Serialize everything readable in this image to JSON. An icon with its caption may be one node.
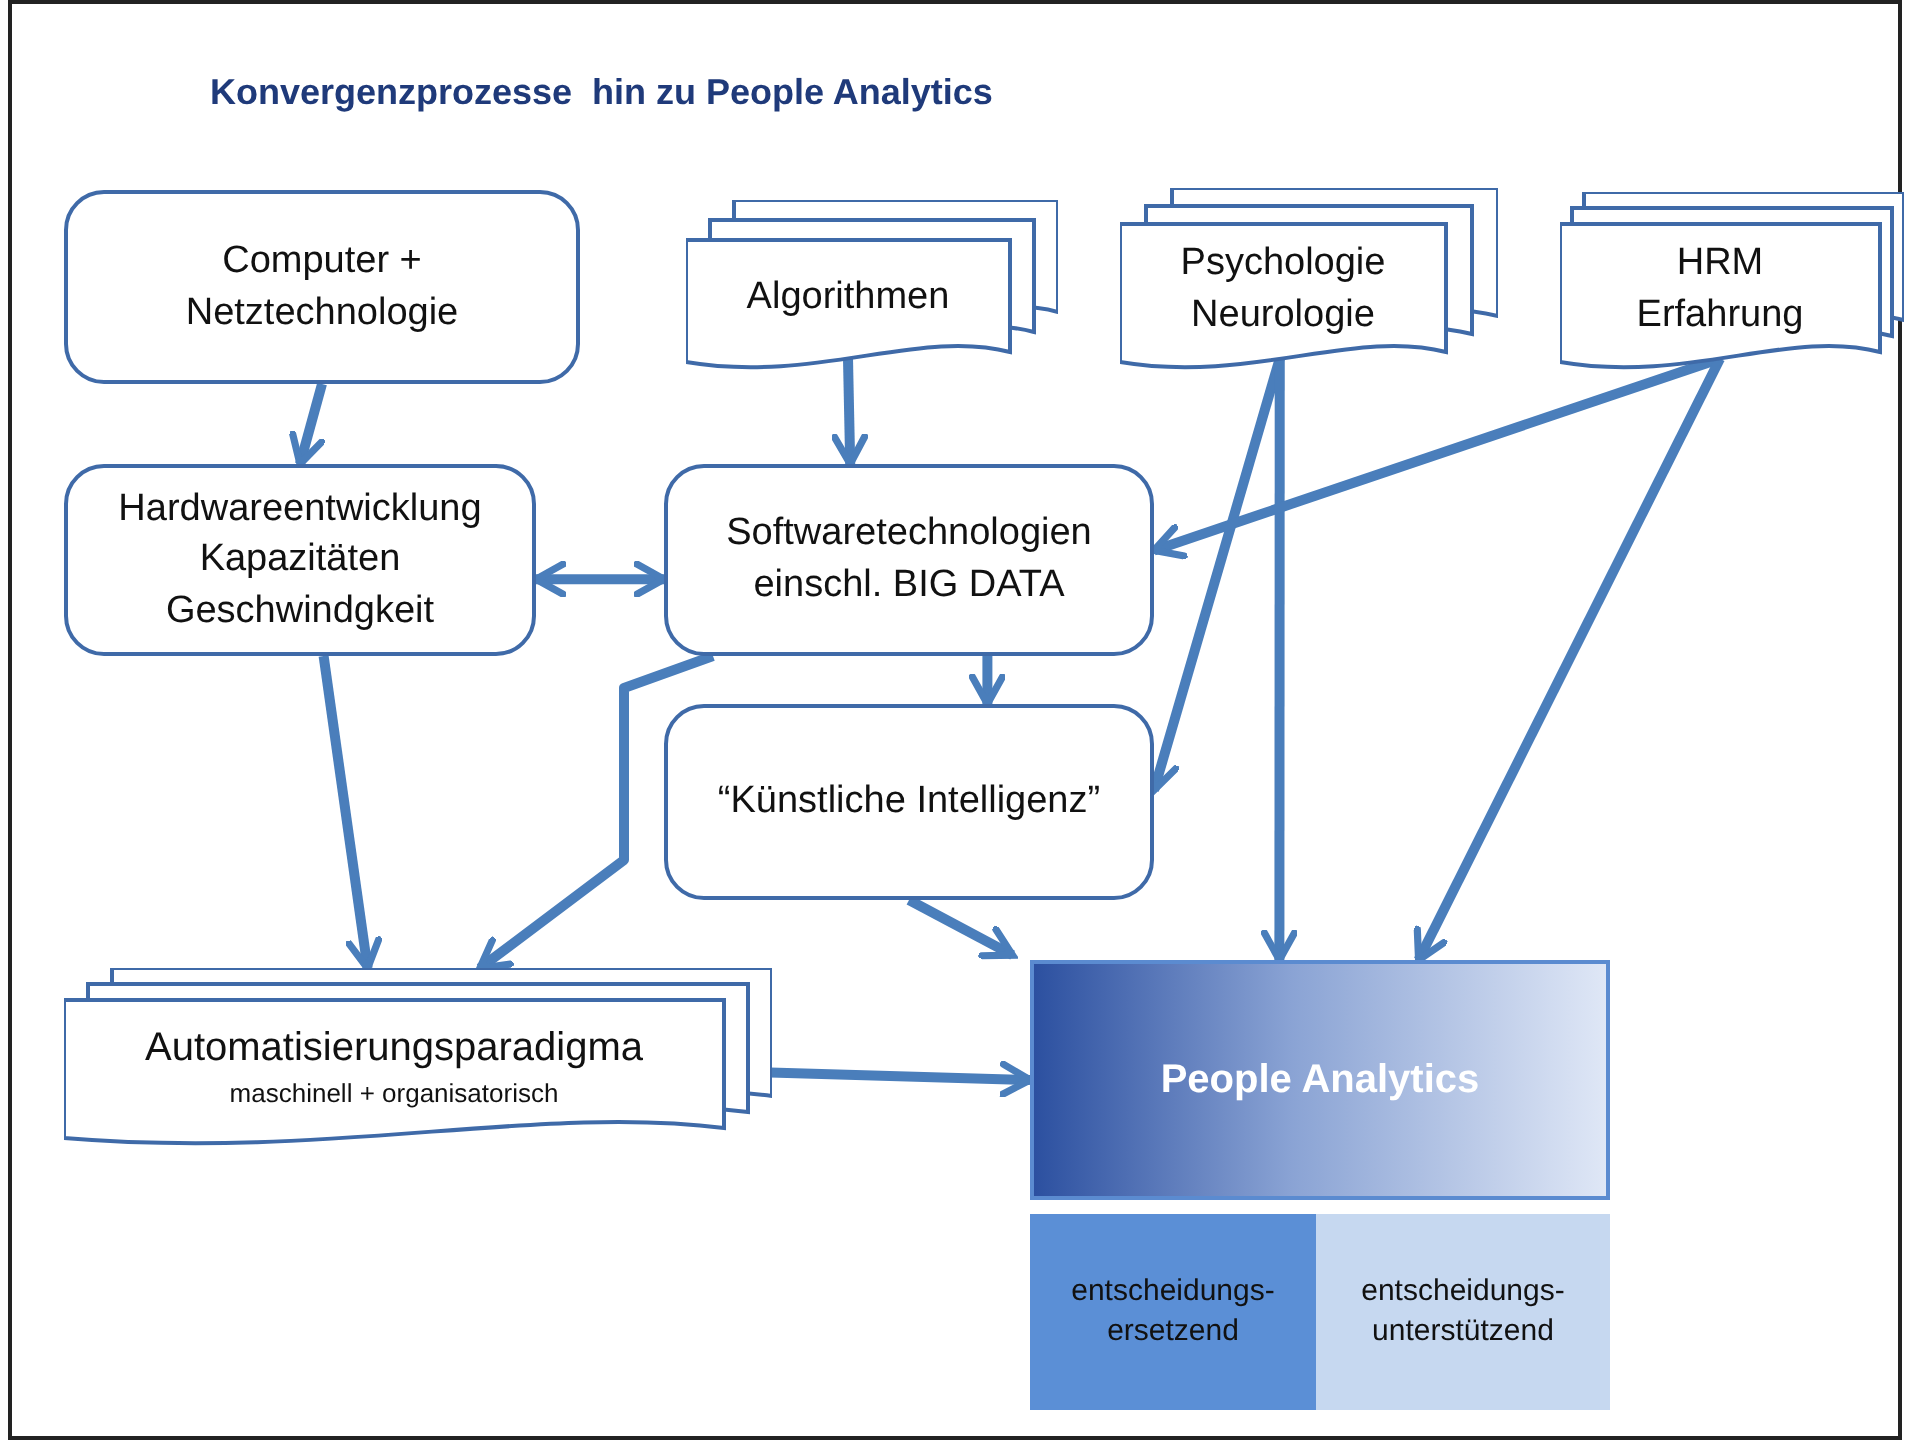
{
  "diagram": {
    "title": "Konvergenzprozesse  hin zu People Analytics",
    "nodes": [
      {
        "text": [
          "Computer + Netztechnologie"
        ]
      },
      {
        "text": [
          "Algorithmen"
        ]
      },
      {
        "text": [
          "Psychologie Neurologie"
        ]
      },
      {
        "text": [
          "HRM Erfahrung"
        ]
      },
      {
        "text": [
          "Hardwareentwicklung Kapazitäten Geschwindgkeit"
        ]
      },
      {
        "text": [
          "Softwaretechnologien einschl. BIG DATA"
        ]
      },
      {
        "text": [
          "“Künstliche Intelligenz”"
        ]
      },
      {
        "text": [
          "Automatisierungsparadigma",
          "maschinell + organisatorisch"
        ]
      },
      {
        "text": [
          "People Analytics"
        ]
      },
      {
        "text": [
          "entscheidungs-ersetzend"
        ]
      },
      {
        "text": [
          "entscheidungs-unterstützend"
        ]
      }
    ],
    "edges": [
      {
        "from": 0,
        "to": 4,
        "arrow": "to"
      },
      {
        "from": 1,
        "to": 5,
        "arrow": "to"
      },
      {
        "from": 4,
        "to": 5,
        "arrow": "both"
      },
      {
        "from": 5,
        "to": 6,
        "arrow": "to"
      },
      {
        "from": 5,
        "to": 7,
        "arrow": "to"
      },
      {
        "from": 2,
        "to": 6,
        "arrow": "to"
      },
      {
        "from": 2,
        "to": 8,
        "arrow": "to"
      },
      {
        "from": 3,
        "to": 5,
        "arrow": "to"
      },
      {
        "from": 3,
        "to": 8,
        "arrow": "to"
      },
      {
        "from": 4,
        "to": 7,
        "arrow": "to"
      },
      {
        "from": 6,
        "to": 8,
        "arrow": "to"
      },
      {
        "from": 7,
        "to": 8,
        "arrow": "to"
      }
    ]
  }
}
